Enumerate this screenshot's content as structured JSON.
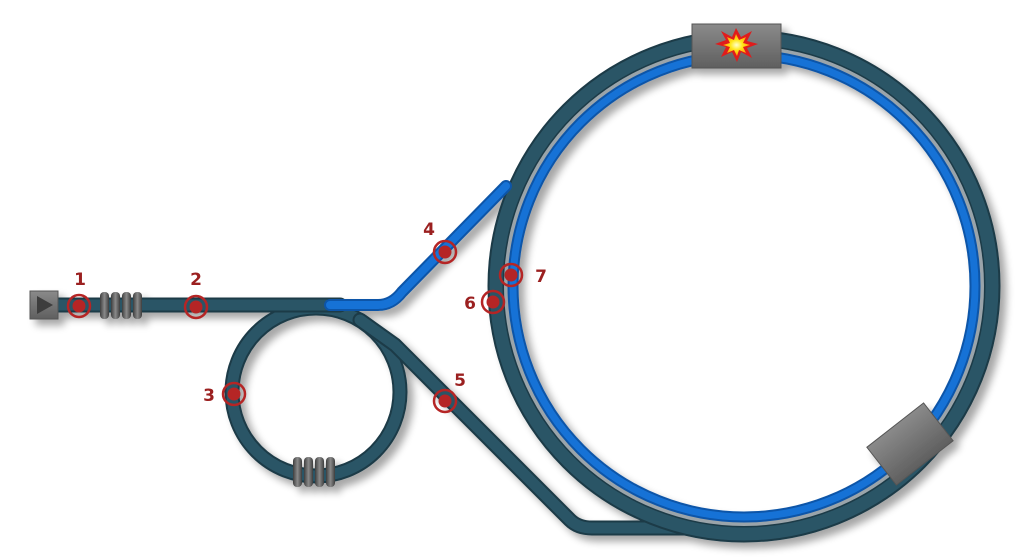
{
  "diagram": {
    "colors": {
      "fiber_dark": "#2b5466",
      "fiber_edge": "#1b3a47",
      "fiber_blue": "#1472d6",
      "fiber_blue_edge": "#0c55a8",
      "cladding_grey": "#9aa4aa",
      "marker_red": "#b52525",
      "label_red": "#9b2020",
      "coil_grey": "#5b5b5b",
      "box_grey": "#7a7a7a",
      "burst_yellow": "#ffe81a",
      "burst_red": "#e01b1b"
    },
    "markers": [
      {
        "id": "1",
        "label": "1"
      },
      {
        "id": "2",
        "label": "2"
      },
      {
        "id": "3",
        "label": "3"
      },
      {
        "id": "4",
        "label": "4"
      },
      {
        "id": "5",
        "label": "5"
      },
      {
        "id": "6",
        "label": "6"
      },
      {
        "id": "7",
        "label": "7"
      }
    ],
    "components": {
      "source": "play-triangle-icon",
      "coil_input": "coil-icon",
      "coil_loop": "coil-icon",
      "amplifier": "burst-icon",
      "coupler_bottom": "grey-block"
    }
  }
}
